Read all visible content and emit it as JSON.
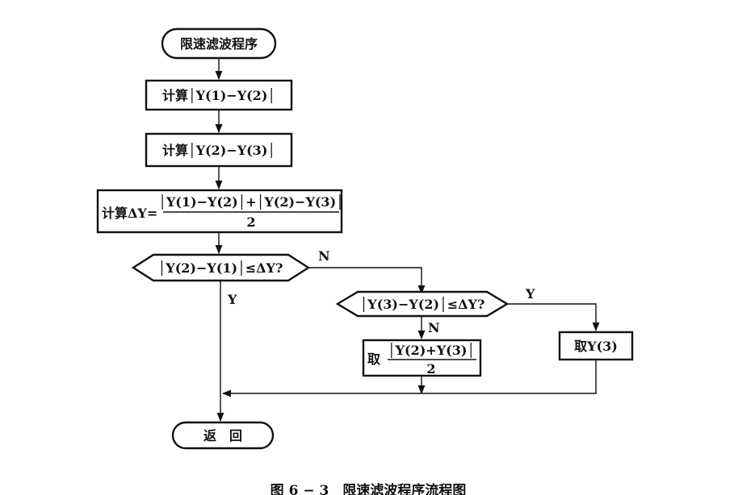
{
  "flowchart": {
    "start": "限速滤波程序",
    "step1": "计算│Y(1)−Y(2)│",
    "step2": "计算│Y(2)−Y(3)│",
    "step3_prefix": "计算ΔY=",
    "step3_numerator": "│Y(1)−Y(2)│+│Y(2)−Y(3)│",
    "step3_denominator": "2",
    "decision1": "│Y(2)−Y(1)│≤ΔY?",
    "decision1_no": "N",
    "decision1_yes": "Y",
    "decision2": "│Y(3)−Y(2)│≤ΔY?",
    "decision2_no": "N",
    "decision2_yes": "Y",
    "take_avg_prefix": "取",
    "take_avg_numerator": "│Y(2)+Y(3)│",
    "take_avg_denominator": "2",
    "take_y3": "取Y(3)",
    "end": "返　回"
  },
  "caption": "图 6 − 3　限速滤波程序流程图"
}
